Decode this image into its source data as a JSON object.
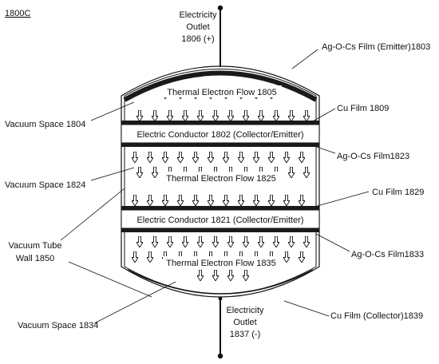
{
  "figure_label": "1800C",
  "top_outlet": {
    "line1": "Electricity",
    "line2": "Outlet",
    "line3": "1806 (+)"
  },
  "bottom_outlet": {
    "line1": "Electricity",
    "line2": "Outlet",
    "line3": "1837 (-)"
  },
  "labels": {
    "emitter_film_1803": "Ag-O-Cs Film (Emitter)1803",
    "vacuum_space_1804": "Vacuum Space 1804",
    "cu_film_1809": "Cu Film 1809",
    "flow_1805": "Thermal Electron  Flow 1805",
    "conductor_1802": "Electric  Conductor 1802 (Collector/Emitter)",
    "ag_film_1823": "Ag-O-Cs Film1823",
    "vacuum_space_1824": "Vacuum Space 1824",
    "flow_1825": "Thermal Electron Flow 1825",
    "cu_film_1829": "Cu Film 1829",
    "conductor_1821": "Electric Conductor 1821 (Collector/Emitter)",
    "tube_wall_line1": "Vacuum Tube",
    "tube_wall_line2": "Wall 1850",
    "ag_film_1833": "Ag-O-Cs Film1833",
    "flow_1835": "Thermal Electron Flow 1835",
    "vacuum_space_1834": "Vacuum Space 1834",
    "cu_film_collector_1839": "Cu Film (Collector)1839"
  },
  "colors": {
    "ink": "#111111",
    "film": "#1a1a1a",
    "background": "#ffffff"
  }
}
